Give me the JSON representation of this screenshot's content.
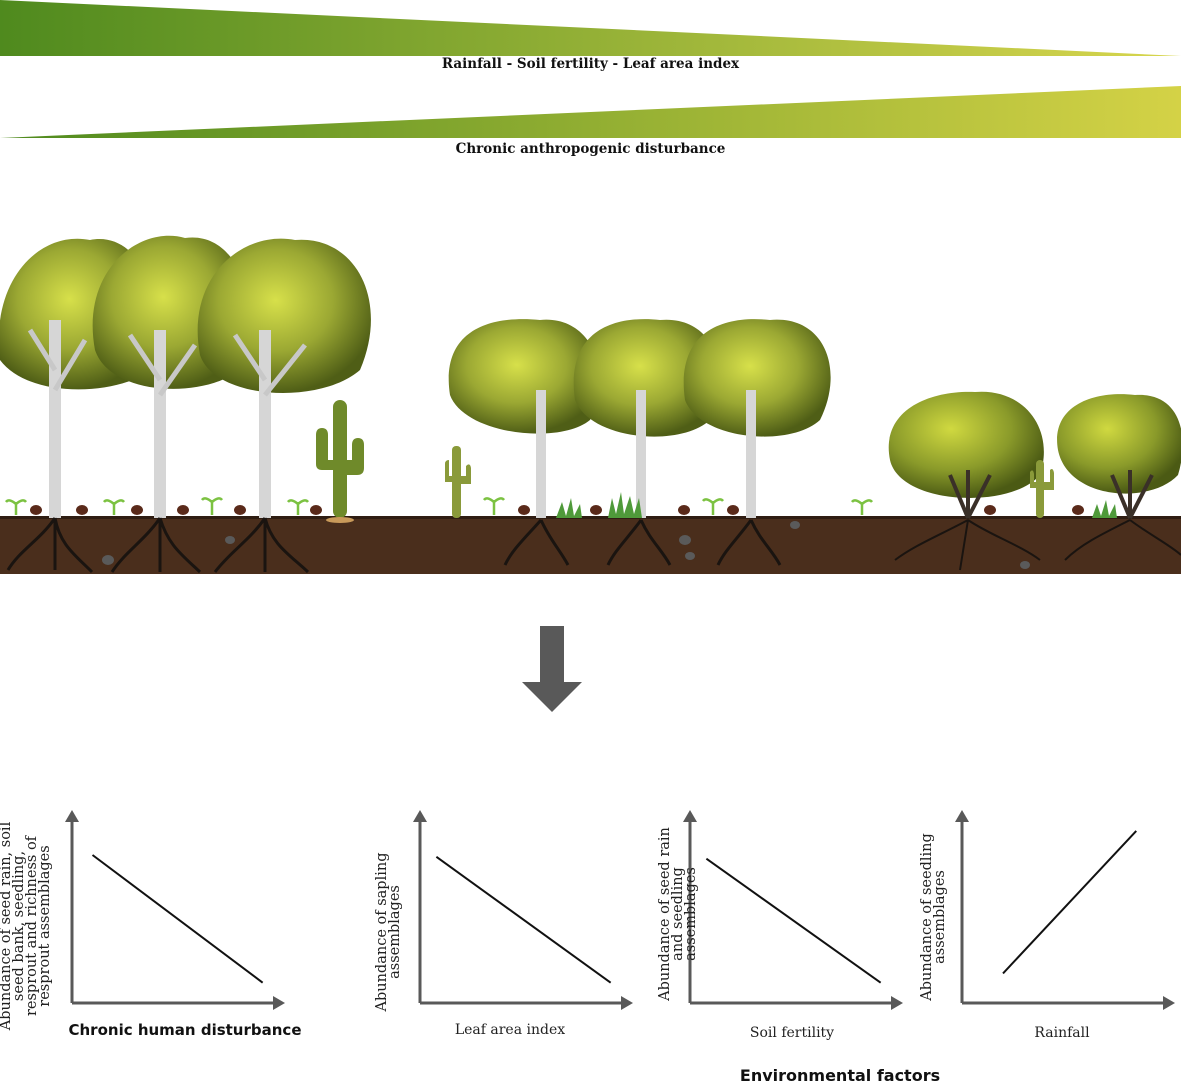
{
  "gradients": {
    "top_label": "Rainfall - Soil fertility - Leaf area index",
    "bottom_label": "Chronic anthropogenic disturbance",
    "colors": {
      "dark_green": "#4f8a1e",
      "yellow_green": "#c9c73f"
    }
  },
  "scene": {
    "soil_color": "#4a2e1c",
    "trunk_color": "#d6d6d6",
    "canopy_dark": "#5a6e1a",
    "canopy_light": "#cdd83a",
    "cactus_color": "#6f8a2a",
    "root_color": "#1a1410"
  },
  "arrow": {
    "color": "#595959",
    "icon": "down-arrow-icon"
  },
  "charts": [
    {
      "type": "line",
      "trend": "decreasing",
      "ylabel": "Abundance of seed rain, soil seed bank, seedling, resprout and richness of resprout assemblages",
      "xlabel": "Chronic human disturbance",
      "points": {
        "start": [
          0.1,
          0.8
        ],
        "end": [
          0.93,
          0.11
        ]
      }
    },
    {
      "type": "line",
      "trend": "decreasing",
      "ylabel": "Abundance of sapling assemblages",
      "xlabel": "Leaf area index",
      "points": {
        "start": [
          0.08,
          0.79
        ],
        "end": [
          0.93,
          0.11
        ]
      }
    },
    {
      "type": "line",
      "trend": "decreasing",
      "ylabel": "Abundance of seed rain and seedling assemblages",
      "xlabel": "Soil fertility",
      "points": {
        "start": [
          0.08,
          0.78
        ],
        "end": [
          0.93,
          0.11
        ]
      }
    },
    {
      "type": "line",
      "trend": "increasing",
      "ylabel": "Abundance of seedling assemblages",
      "xlabel": "Rainfall",
      "points": {
        "start": [
          0.2,
          0.16
        ],
        "end": [
          0.85,
          0.93
        ]
      }
    }
  ],
  "env_title": "Environmental factors"
}
